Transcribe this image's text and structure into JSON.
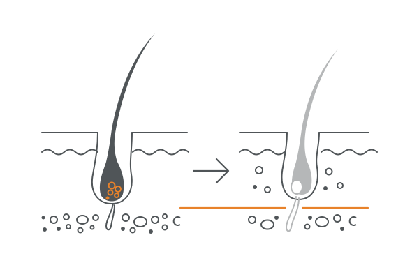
{
  "colors": {
    "background": "#ffffff",
    "line": "#505558",
    "hair_healthy": "#505558",
    "hair_affected": "#b5b7b8",
    "accent": "#e8822a"
  },
  "panels": [
    {
      "state": "healthy",
      "hair_color": "#505558",
      "papilla": "orange-cells"
    },
    {
      "state": "detached",
      "hair_color": "#b5b7b8",
      "papilla": "gray-bulb-above-line"
    }
  ],
  "arrow": {
    "icon": "arrow-right-icon"
  }
}
